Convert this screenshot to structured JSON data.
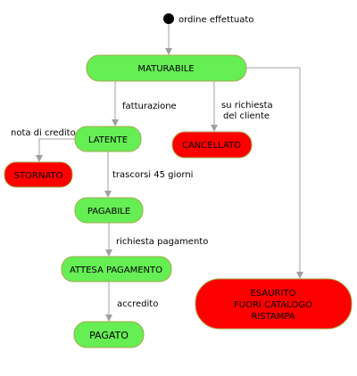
{
  "start_label": "ordine effettuato",
  "nodes": {
    "maturabile": "MATURABILE",
    "latente": "LATENTE",
    "cancellato": "CANCELLATO",
    "stornato": "STORNATO",
    "pagabile": "PAGABILE",
    "attesa": "ATTESA PAGAMENTO",
    "pagato": "PAGATO",
    "esaurito": [
      "ESAURITO",
      "FUORI CATALOGO",
      "RISTAMPA"
    ]
  },
  "edges": {
    "fatturazione": "fatturazione",
    "su_richiesta": [
      "su richiesta",
      "del cliente"
    ],
    "nota_di_credito": "nota di credito",
    "trascorsi": "trascorsi 45 giorni",
    "richiesta_pagamento": "richiesta pagamento",
    "accredito": "accredito"
  },
  "colors": {
    "active_fill": "#66ee55",
    "terminal_fill": "#ff0000",
    "border": "#a2aa4a",
    "edge": "#a0a0a0"
  }
}
